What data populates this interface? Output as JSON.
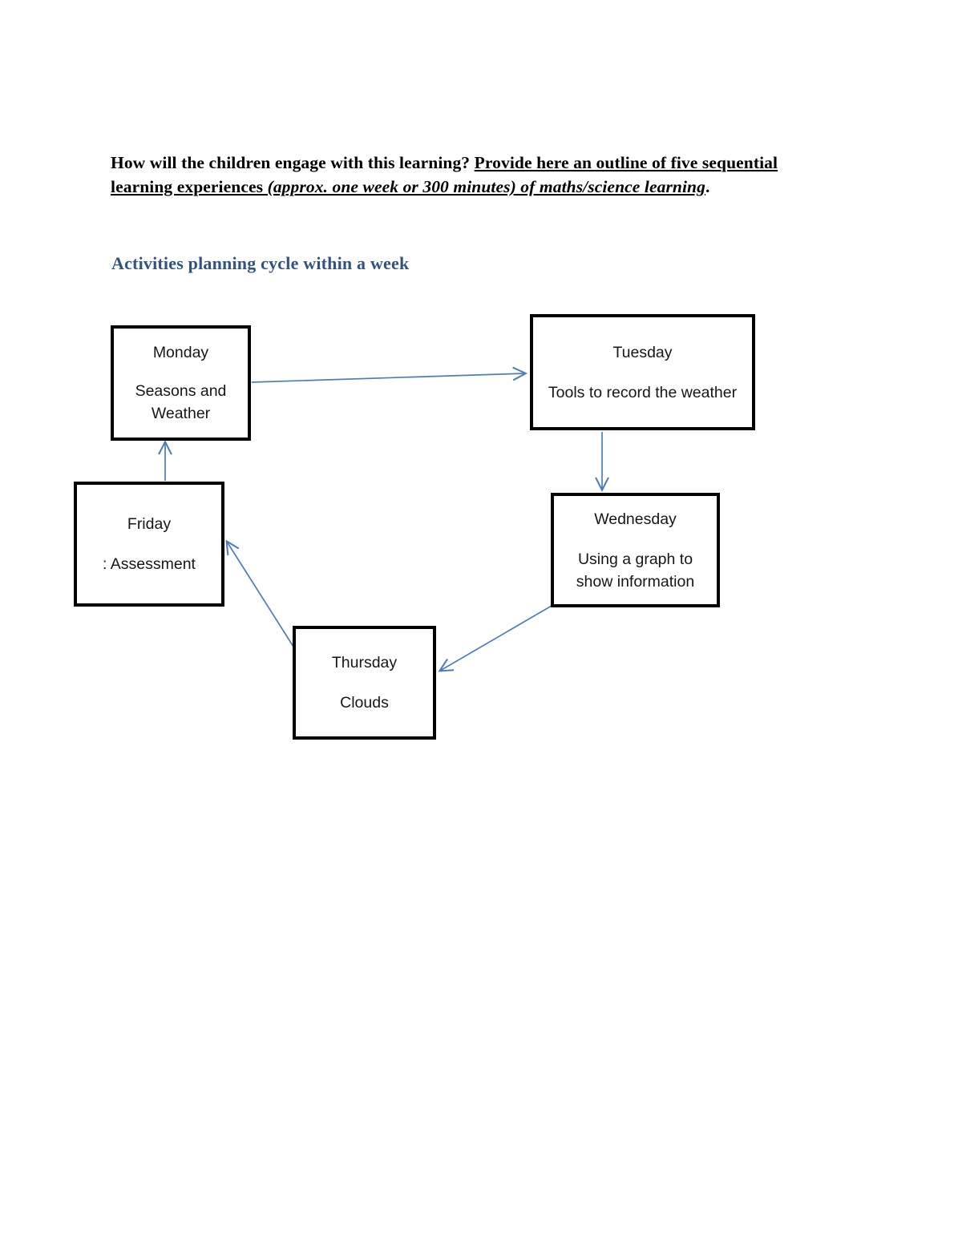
{
  "heading": {
    "part1_plain": "How will the children engage with this learning? ",
    "part2_underlined": "Provide here an outline of five sequential learning experiences ",
    "part3_underlined_italic": "(approx. one week or 300 minutes) of maths/science learning",
    "part4_plain": "."
  },
  "section_subtitle": "Activities planning cycle within a week",
  "colors": {
    "arrow": "#4a7ebb",
    "subtitle": "#31547e",
    "node_border": "#000000",
    "text": "#161616"
  },
  "diagram": {
    "title": "Activities planning cycle within a week",
    "type": "cycle-flowchart",
    "nodes": [
      {
        "id": "monday",
        "day": "Monday",
        "detail": "Seasons and Weather"
      },
      {
        "id": "tuesday",
        "day": "Tuesday",
        "detail": "Tools to record the weather"
      },
      {
        "id": "wednesday",
        "day": "Wednesday",
        "detail": "Using a graph to show information"
      },
      {
        "id": "thursday",
        "day": "Thursday",
        "detail": "Clouds"
      },
      {
        "id": "friday",
        "day": "Friday",
        "detail": ": Assessment"
      }
    ],
    "edges": [
      {
        "from": "monday",
        "to": "tuesday"
      },
      {
        "from": "tuesday",
        "to": "wednesday"
      },
      {
        "from": "wednesday",
        "to": "thursday"
      },
      {
        "from": "thursday",
        "to": "friday"
      },
      {
        "from": "friday",
        "to": "monday"
      }
    ]
  }
}
